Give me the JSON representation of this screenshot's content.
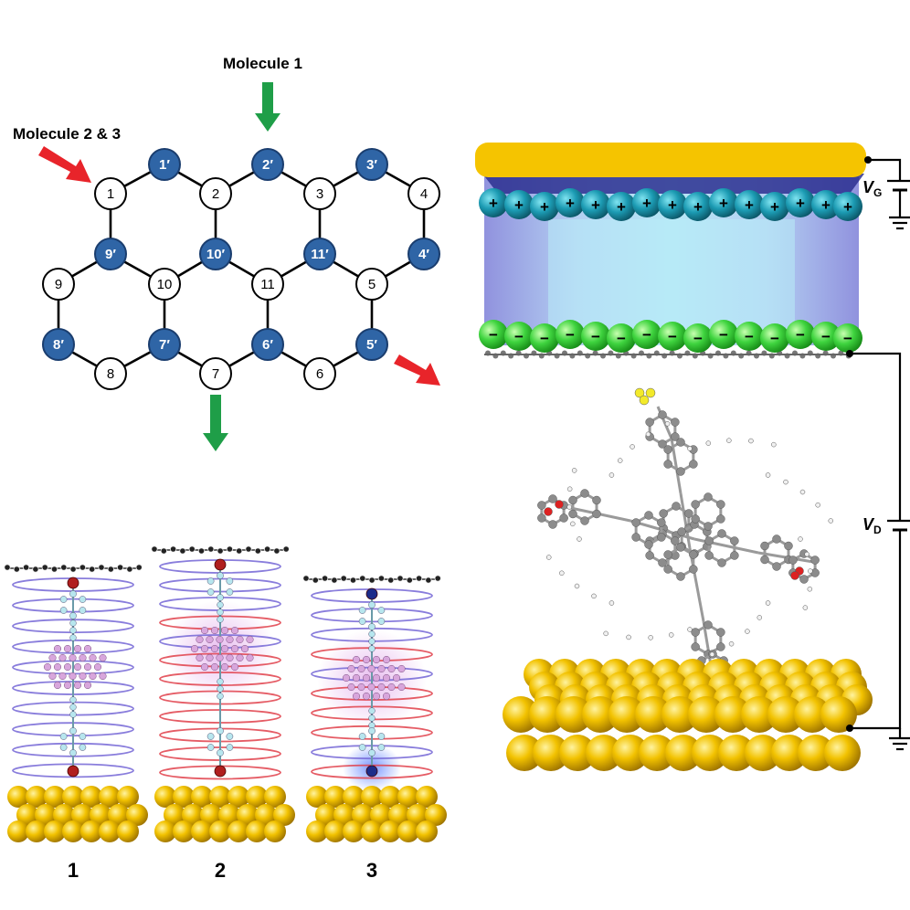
{
  "labels": {
    "molecule1": "Molecule 1",
    "molecule23": "Molecule 2 & 3",
    "vg_main": "V",
    "vg_sub": "G",
    "vd_main": "V",
    "vd_sub": "D",
    "plus": "+",
    "minus": "−"
  },
  "lattice": {
    "white_sites": [
      "1",
      "2",
      "3",
      "4",
      "9",
      "10",
      "11",
      "5",
      "8",
      "7",
      "6"
    ],
    "blue_sites": [
      "1′",
      "2′",
      "3′",
      "9′",
      "10′",
      "11′",
      "4′",
      "8′",
      "7′",
      "6′",
      "5′"
    ]
  },
  "molecules": [
    {
      "label": "1"
    },
    {
      "label": "2"
    },
    {
      "label": "3"
    }
  ],
  "colors": {
    "gold": "#f5c400",
    "blue_site": "#2f65a6",
    "green_arrow": "#1f9e48",
    "red_arrow": "#e8242a",
    "positive": "#1e8fa6",
    "negative": "#3bd23b"
  }
}
